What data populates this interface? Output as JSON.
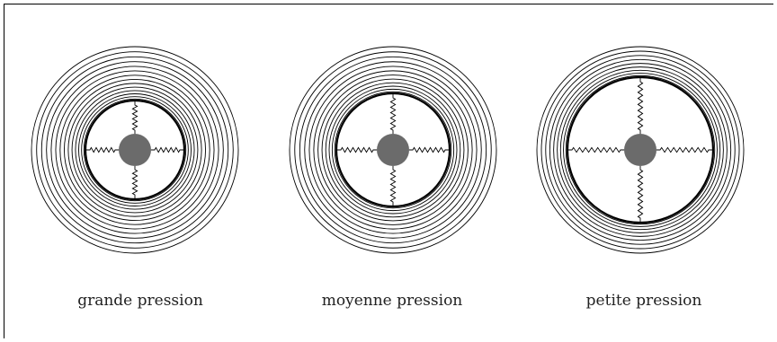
{
  "panels": [
    {
      "caption": "grande pression"
    },
    {
      "caption": "moyenne pression"
    },
    {
      "caption": "petite pression"
    }
  ],
  "colors": {
    "line": "#000000",
    "core": "#6b6b6b",
    "background": "#ffffff"
  }
}
